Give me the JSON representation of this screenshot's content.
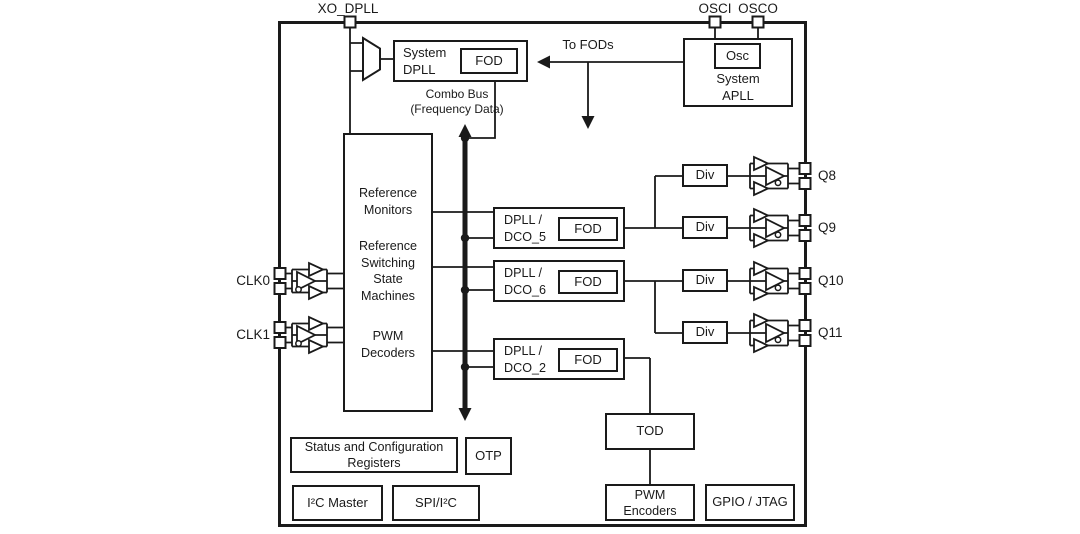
{
  "chip": {
    "top_pins": [
      "XO_DPLL",
      "OSCI",
      "OSCO"
    ],
    "left_pins": [
      "CLK0",
      "CLK1"
    ],
    "right_pins": [
      "Q8",
      "Q9",
      "Q10",
      "Q11"
    ],
    "annotations": {
      "to_fods": "To FODs",
      "combo_bus": "Combo Bus\n(Frequency Data)"
    },
    "system_dpll": {
      "title": "System\nDPLL",
      "fod": "FOD"
    },
    "system_apll": {
      "osc": "Osc",
      "title": "System\nAPLL"
    },
    "central_box": {
      "group1": "Reference\nMonitors",
      "group2": "Reference\nSwitching\nState\nMachines",
      "group3": "PWM\nDecoders"
    },
    "dpll_channels": [
      {
        "title": "DPLL /\nDCO_5",
        "fod": "FOD"
      },
      {
        "title": "DPLL /\nDCO_6",
        "fod": "FOD"
      },
      {
        "title": "DPLL /\nDCO_2",
        "fod": "FOD"
      }
    ],
    "dividers": [
      "Div",
      "Div",
      "Div",
      "Div"
    ],
    "bottom_blocks": {
      "status_config": "Status and Configuration\nRegisters",
      "otp": "OTP",
      "i2c_master": "I²C Master",
      "spi_i2c": "SPI/I²C",
      "tod": "TOD",
      "pwm_encoders": "PWM\nEncoders",
      "gpio_jtag": "GPIO / JTAG"
    },
    "colors": {
      "line": "#1a1a1a",
      "background": "#ffffff"
    }
  }
}
